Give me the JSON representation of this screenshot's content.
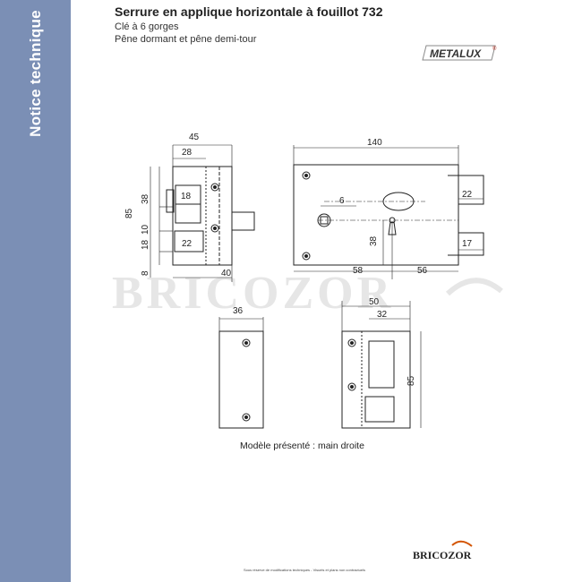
{
  "sidebar": {
    "label": "Notice technique",
    "color": "#7b8fb5"
  },
  "header": {
    "title": "Serrure en applique horizontale à fouillot 732",
    "subtitle1": "Clé à 6 gorges",
    "subtitle2": "Pêne dormant et pêne demi-tour"
  },
  "brand_logo": {
    "text": "METALUX",
    "registered": "®"
  },
  "dimensions": {
    "side_width": "45",
    "side_top": "28",
    "side_bolt": "18",
    "side_38": "38",
    "side_85": "85",
    "side_10": "10",
    "side_18": "18",
    "side_22": "22",
    "side_8": "8",
    "side_40": "40",
    "front_140": "140",
    "front_6": "6",
    "front_22": "22",
    "front_38": "38",
    "front_17": "17",
    "front_58": "58",
    "front_56": "56",
    "back_36": "36",
    "right_50": "50",
    "right_32": "32",
    "right_85": "85"
  },
  "caption": "Modèle présenté : main droite",
  "watermark": "BRICOZOR",
  "footer_logo": "BRICOZOR",
  "footnote": "Sous réserve de modifications techniques - Visuels et plans non contractuels"
}
